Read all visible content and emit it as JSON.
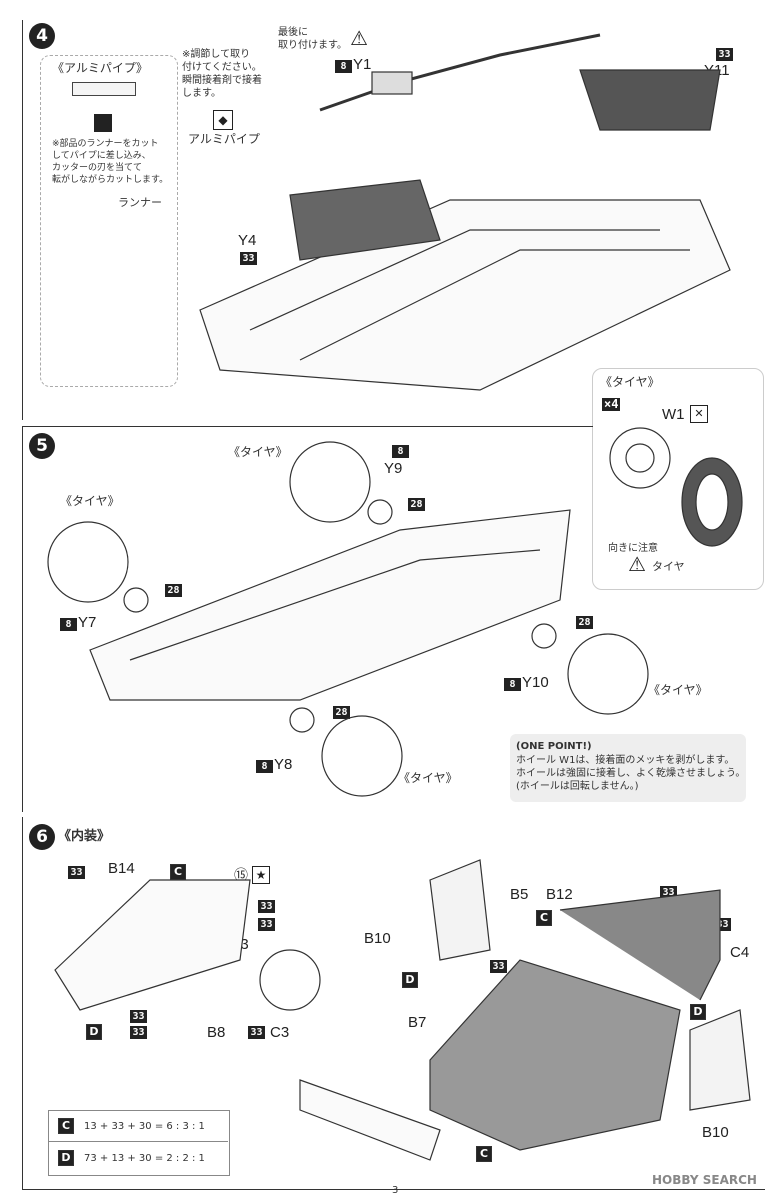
{
  "step4": {
    "num": "4",
    "aluminium_section": "《アルミパイプ》",
    "cut_note": "※部品のランナーをカット\nしてパイプに差し込み、\nカッターの刃を当てて\n転がしながらカットします。",
    "runner_label": "ランナー",
    "adjust_note": "※調節して取り\n付けてください。\n瞬間接着剤で接着\nします。",
    "alu_pipe_label": "アルミパイプ",
    "last_note": "最後に\n取り付けます。",
    "y1": "Y1",
    "y1_badge": "8",
    "y11": "Y11",
    "y11_badge": "33",
    "y4": "Y4",
    "y4_badge": "33"
  },
  "tire_box": {
    "title": "《タイヤ》",
    "qty": "×4",
    "w1": "W1",
    "direction_note": "向きに注意",
    "tire": "タイヤ"
  },
  "step5": {
    "num": "5",
    "tire": "《タイヤ》",
    "y9": "Y9",
    "y9_badge": "8",
    "y7": "Y7",
    "y7_badge": "8",
    "y10": "Y10",
    "y10_badge": "8",
    "y8": "Y8",
    "y8_badge": "8",
    "badge28": "28",
    "one_point_title": "(ONE POINT!)",
    "one_point_text": "ホイール W1は、接着面のメッキを剥がします。\nホイールは強固に接着し、よく乾燥させましょう。\n(ホイールは回転しません。)"
  },
  "step6": {
    "num": "6",
    "title": "《内装》",
    "b14": "B14",
    "b13": "B13",
    "b8": "B8",
    "c3": "C3",
    "b10": "B10",
    "b5": "B5",
    "b12": "B12",
    "b7": "B7",
    "c4": "C4",
    "circled15": "⑮",
    "c_label": "C",
    "d_label": "D",
    "badge33": "33",
    "mix_c": "13 + 33 + 30 = 6 : 3 : 1",
    "mix_d": "73 + 13 + 30 = 2 : 2 : 1"
  },
  "page_number": "3",
  "watermark": "HOBBY SEARCH"
}
